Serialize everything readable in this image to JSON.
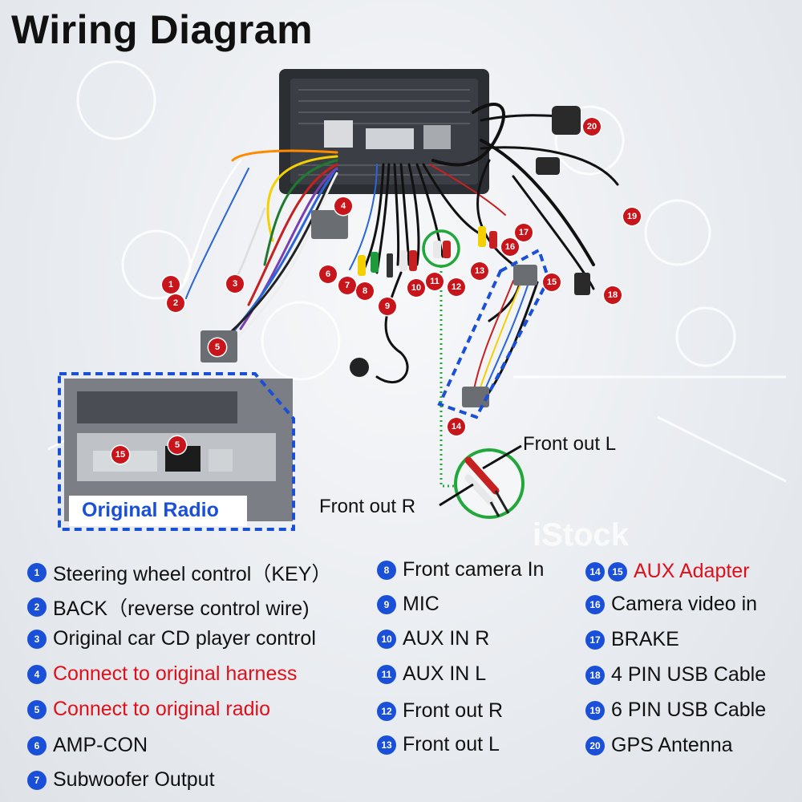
{
  "title": "Wiring Diagram",
  "watermark": "iStock",
  "radio_label": "Original Radio",
  "callouts": {
    "front_out_l": "Front out L",
    "front_out_r": "Front out R"
  },
  "badges": [
    "1",
    "2",
    "3",
    "4",
    "5",
    "6",
    "7",
    "8",
    "9",
    "10",
    "11",
    "12",
    "13",
    "14",
    "15",
    "16",
    "17",
    "18",
    "19",
    "20"
  ],
  "photo_badges": [
    "15",
    "5"
  ],
  "legend": [
    {
      "nums": [
        "1"
      ],
      "text": "Steering wheel control（KEY）",
      "highlight": false
    },
    {
      "nums": [
        "2"
      ],
      "text": "BACK（reverse control wire)",
      "highlight": false
    },
    {
      "nums": [
        "3"
      ],
      "text": "Original car CD player control",
      "highlight": false
    },
    {
      "nums": [
        "4"
      ],
      "text": "Connect to original harness",
      "highlight": true
    },
    {
      "nums": [
        "5"
      ],
      "text": "Connect to original radio",
      "highlight": true
    },
    {
      "nums": [
        "6"
      ],
      "text": "AMP-CON",
      "highlight": false
    },
    {
      "nums": [
        "7"
      ],
      "text": "Subwoofer Output",
      "highlight": false
    },
    {
      "nums": [
        "8"
      ],
      "text": "Front camera In",
      "highlight": false
    },
    {
      "nums": [
        "9"
      ],
      "text": "MIC",
      "highlight": false
    },
    {
      "nums": [
        "10"
      ],
      "text": "AUX IN R",
      "highlight": false
    },
    {
      "nums": [
        "11"
      ],
      "text": "AUX IN L",
      "highlight": false
    },
    {
      "nums": [
        "12"
      ],
      "text": "Front out R",
      "highlight": false
    },
    {
      "nums": [
        "13"
      ],
      "text": "Front out L",
      "highlight": false
    },
    {
      "nums": [
        "14",
        "15"
      ],
      "text": "AUX Adapter",
      "highlight": true
    },
    {
      "nums": [
        "16"
      ],
      "text": "Camera video in",
      "highlight": false
    },
    {
      "nums": [
        "17"
      ],
      "text": "BRAKE",
      "highlight": false
    },
    {
      "nums": [
        "18"
      ],
      "text": "4 PIN USB Cable",
      "highlight": false
    },
    {
      "nums": [
        "19"
      ],
      "text": "6 PIN USB Cable",
      "highlight": false
    },
    {
      "nums": [
        "20"
      ],
      "text": "GPS Antenna",
      "highlight": false
    }
  ],
  "colors": {
    "badge": "#c8151b",
    "legend_number": "#1a4fd8",
    "highlight_text": "#e0101a",
    "dashed_box": "#1a4fd8",
    "green_ring": "#22a83a"
  }
}
